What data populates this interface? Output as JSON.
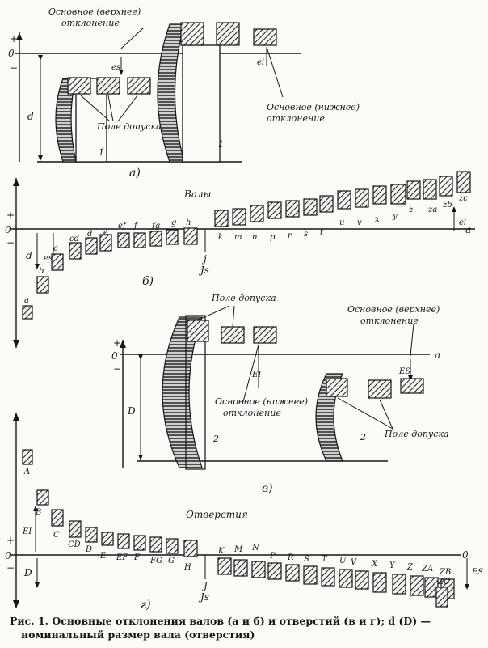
{
  "caption": {
    "line1": "Рис. 1. Основные отклонения валов (a и б) и отверстий (в и г); d (D) —",
    "line2": "номинальный размер вала (отверстия)"
  },
  "panel_a": {
    "upper_dev": "Основное (верхнее)",
    "upper_dev2": "отклонение",
    "lower_dev": "Основное (нижнее)",
    "lower_dev2": "отклонение",
    "tolerance_field": "Поле допуска",
    "zero": "0",
    "plus": "+",
    "minus": "−",
    "d": "d",
    "es": "es",
    "ei": "ei",
    "one_left": "1",
    "one_right": "1",
    "tag": "а)"
  },
  "panel_b": {
    "title": "Валы",
    "zero": "0",
    "plus": "+",
    "minus": "−",
    "d": "d",
    "es": "es",
    "ei": "ei",
    "js": "Js",
    "j": "j",
    "tag": "б)",
    "letters": [
      "a",
      "b",
      "c",
      "cd",
      "d",
      "e",
      "ef",
      "f",
      "fg",
      "g",
      "h",
      "k",
      "m",
      "n",
      "p",
      "r",
      "s",
      "t",
      "u",
      "v",
      "x",
      "y",
      "z",
      "za",
      "zb",
      "zc"
    ]
  },
  "panel_c": {
    "tolerance_field_top": "Поле допуска",
    "tolerance_field_right": "Поле допуска",
    "upper_dev": "Основное (верхнее)",
    "upper_dev2": "отклонение",
    "lower_dev": "Основное (нижнее)",
    "lower_dev2": "отклонение",
    "zero": "0",
    "plus": "+",
    "minus": "−",
    "D": "D",
    "EI": "EI",
    "ES": "ES",
    "two_left": "2",
    "two_right": "2",
    "tag": "в)"
  },
  "panel_d": {
    "title": "Отверстия",
    "zero": "0",
    "plus": "+",
    "minus": "−",
    "D": "D",
    "EI": "EI",
    "ES": "ES",
    "js": "Js",
    "j": "J",
    "tag": "г)",
    "letters": [
      "A",
      "B",
      "C",
      "CD",
      "D",
      "E",
      "EF",
      "F",
      "FG",
      "G",
      "H",
      "K",
      "M",
      "N",
      "P",
      "R",
      "S",
      "T",
      "U",
      "V",
      "X",
      "Y",
      "Z",
      "ZA",
      "ZB",
      "ZC"
    ]
  }
}
